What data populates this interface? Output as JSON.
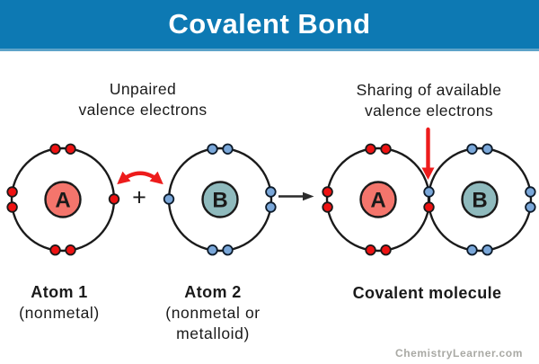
{
  "header": {
    "title": "Covalent Bond"
  },
  "annotations": {
    "unpaired": "Unpaired\nvalence electrons",
    "sharing": "Sharing of available\nvalence electrons"
  },
  "atoms": {
    "a": {
      "symbol": "A"
    },
    "b": {
      "symbol": "B"
    }
  },
  "operators": {
    "plus": "+"
  },
  "captions": {
    "atom1": {
      "title": "Atom 1",
      "subtitle": "(nonmetal)"
    },
    "atom2": {
      "title": "Atom 2",
      "subtitle": "(nonmetal or\nmetalloid)"
    },
    "molecule": {
      "title": "Covalent molecule"
    }
  },
  "watermark": "ChemistryLearner.com",
  "colors": {
    "header_bg": "#0d79b3",
    "header_edge": "#5ea3c9",
    "title_text": "#ffffff",
    "text": "#1a1a1a",
    "outline": "#1a1a1a",
    "nucleus_a": "#f4756c",
    "nucleus_b": "#8fbabd",
    "electron_red": "#ee1212",
    "electron_blue": "#7aa7d9",
    "electron_blue_outline": "#0d1b2a",
    "arrow_red": "#ed1c1c",
    "arrow_black": "#2b2b2b",
    "watermark_gray": "#a9a9a4"
  }
}
